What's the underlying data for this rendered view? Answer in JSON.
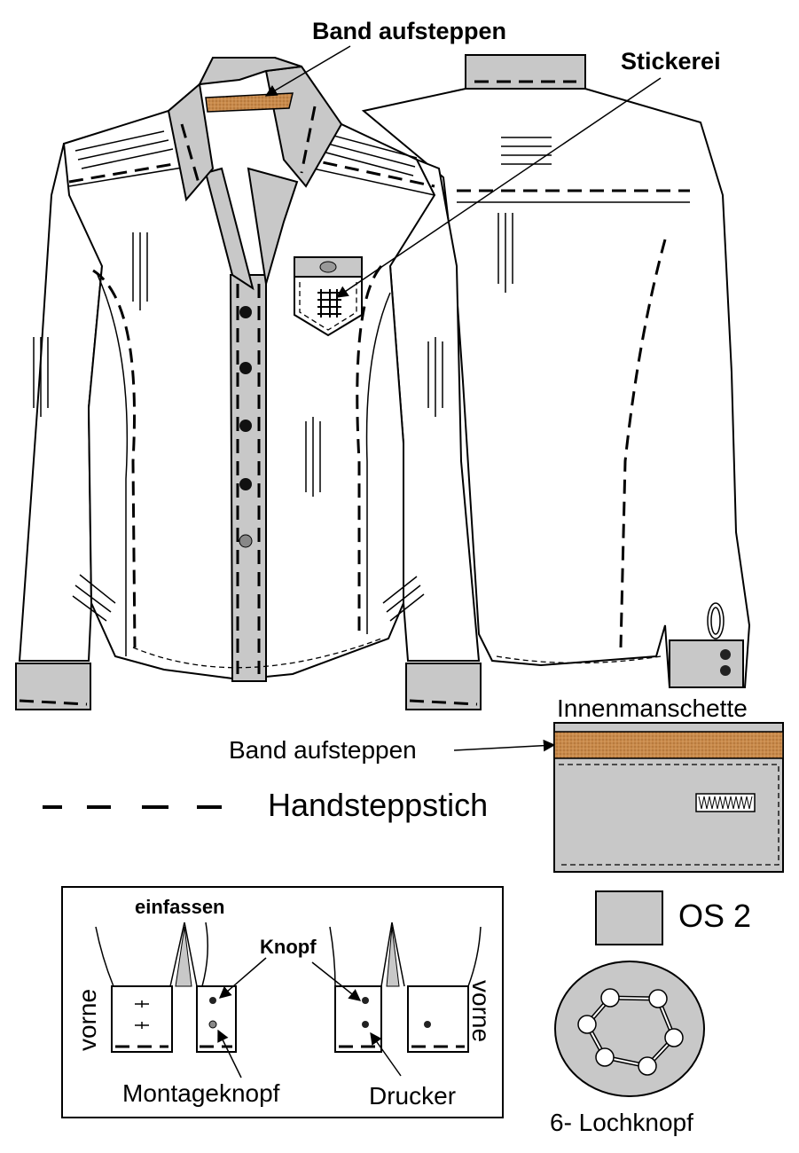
{
  "labels": {
    "band_aufsteppen_top": "Band aufsteppen",
    "stickerei": "Stickerei",
    "innenmanschette": "Innenmanschette",
    "band_aufsteppen_cuff": "Band aufsteppen",
    "handsteppstich": "Handsteppstich",
    "os2": "OS 2",
    "lochknopf": "6- Lochknopf",
    "einfassen": "einfassen",
    "knopf": "Knopf",
    "vorne_left": "vorne",
    "vorne_right": "vorne",
    "montageknopf": "Montageknopf",
    "drucker": "Drucker"
  },
  "colors": {
    "grey_fabric": "#c8c8c8",
    "band_tape": "#c98a4a",
    "outline": "#000000"
  },
  "icons": {
    "legend_dash": "dashed-stitch-line",
    "swatch": "grey-swatch",
    "button": "six-hole-button"
  }
}
